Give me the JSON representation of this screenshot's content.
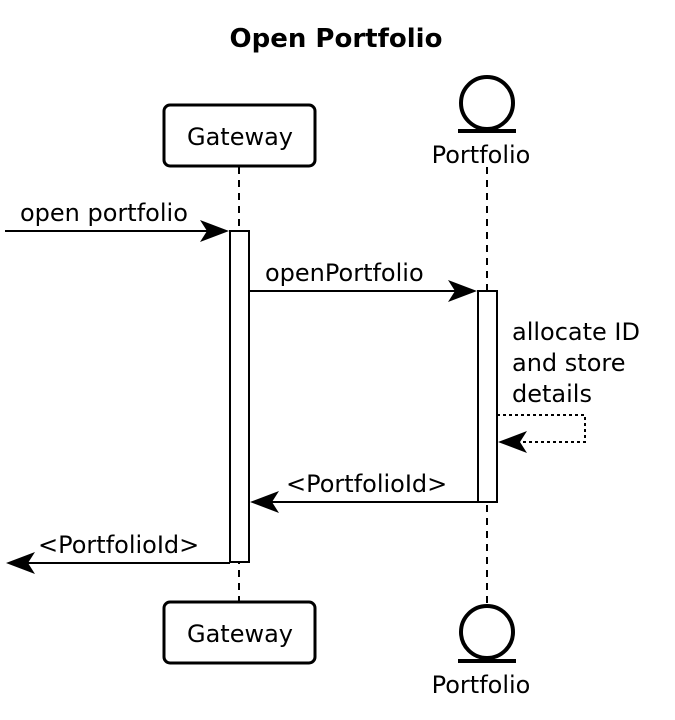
{
  "diagram": {
    "title": "Open Portfolio",
    "participants": [
      {
        "name": "Gateway",
        "kind": "participant"
      },
      {
        "name": "Portfolio",
        "kind": "entity"
      }
    ],
    "messages": [
      {
        "from": "external",
        "to": "Gateway",
        "label": "open portfolio",
        "style": "solid"
      },
      {
        "from": "Gateway",
        "to": "Portfolio",
        "label": "openPortfolio",
        "style": "solid"
      },
      {
        "from": "Portfolio",
        "to": "Portfolio",
        "label_lines": [
          "allocate ID",
          "and store",
          "details"
        ],
        "style": "dotted"
      },
      {
        "from": "Portfolio",
        "to": "Gateway",
        "label": "<PortfolioId>",
        "style": "solid"
      },
      {
        "from": "Gateway",
        "to": "external",
        "label": "<PortfolioId>",
        "style": "solid"
      }
    ]
  }
}
